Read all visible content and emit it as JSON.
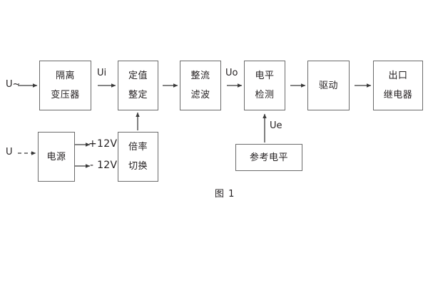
{
  "diagram": {
    "caption": "图 1",
    "blocks": [
      {
        "id": "isolation-transformer",
        "lines": [
          "隔离",
          "变压器"
        ]
      },
      {
        "id": "setpoint-adjust",
        "lines": [
          "定值",
          "整定"
        ]
      },
      {
        "id": "rectify-filter",
        "lines": [
          "整流",
          "滤波"
        ]
      },
      {
        "id": "level-detect",
        "lines": [
          "电平",
          "检测"
        ]
      },
      {
        "id": "drive",
        "lines": [
          "驱动"
        ]
      },
      {
        "id": "output-relay",
        "lines": [
          "出口",
          "继电器"
        ]
      },
      {
        "id": "power-supply",
        "lines": [
          "电源"
        ]
      },
      {
        "id": "ratio-switch",
        "lines": [
          "倍率",
          "切换"
        ]
      },
      {
        "id": "reference-level",
        "lines": [
          "参考电平"
        ]
      }
    ],
    "signals": {
      "input_ac": "U~",
      "input_dc": "U",
      "ui": "Ui",
      "uo": "Uo",
      "ue": "Ue",
      "rail_pos": "+12V",
      "rail_neg": "- 12V"
    },
    "colors": {
      "stroke": "#6b6b6b",
      "text": "#231f20",
      "arrow": "#3a3a3a",
      "background": "#ffffff"
    }
  }
}
